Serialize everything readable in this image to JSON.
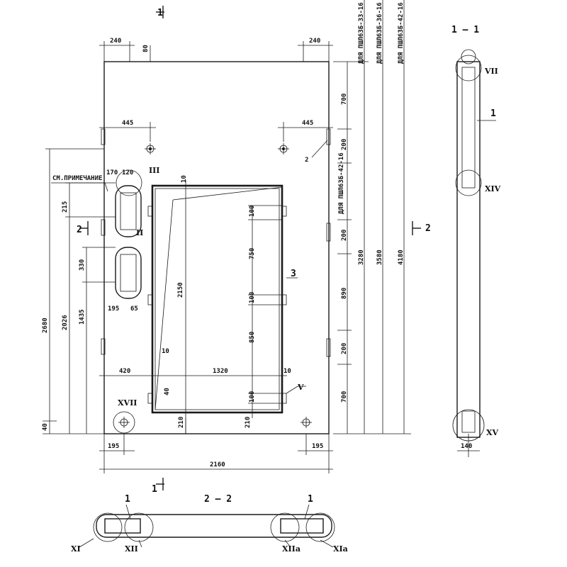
{
  "section_marks": {
    "top": "1",
    "bottom": "1",
    "right": "2",
    "left": "2"
  },
  "titles": {
    "section_1": "1 – 1",
    "section_2": "2 – 2"
  },
  "dimensions": {
    "top_left_240": "240",
    "top_right_240": "240",
    "top_80": "80",
    "left_445": "445",
    "right_445": "445",
    "d_170": "170",
    "d_120": "120",
    "d_215": "215",
    "d_330": "330",
    "d_195_65": "195",
    "d_65": "65",
    "d_420": "420",
    "d_1320": "1320",
    "d_10_a": "10",
    "d_10_b": "10",
    "d_10_c": "10",
    "d_40": "40",
    "d_2150": "2150",
    "d_210_a": "210",
    "d_210_b": "210",
    "d_100_a": "100",
    "d_100_b": "100",
    "d_100_c": "100",
    "d_750": "750",
    "d_850": "850",
    "r_700_top": "700",
    "r_200_a": "200",
    "r_200_b": "200",
    "r_200_c": "200",
    "r_890": "890",
    "r_700_bot": "700",
    "d_3280": "3280",
    "d_3580": "3580",
    "d_4180": "4180",
    "l_2680": "2680",
    "l_2026": "2026",
    "l_1435": "1435",
    "l_40": "40",
    "bottom_195_l": "195",
    "bottom_195_r": "195",
    "bottom_2160": "2160",
    "side_140": "140"
  },
  "labels": {
    "note": "СМ.ПРИМЕЧАНИЕ",
    "pos_2": "2",
    "pos_3": "3",
    "pos_1_side": "1",
    "pos_1_s2_left": "1",
    "pos_1_s2_right": "1",
    "v_33": "ДЛЯ ПШЛ63Б-33-16",
    "v_36": "ДЛЯ ПШЛ63Б-36-16",
    "v_42": "ДЛЯ ПШЛ63Б-42-16",
    "v_42_inner": "ДЛЯ ПШЛ63Б-42-16"
  },
  "roman": {
    "III": "III",
    "II": "II",
    "V": "V",
    "XVII": "XVII",
    "VII": "VII",
    "XIV": "XIV",
    "XV": "XV",
    "XI": "XI",
    "XII": "XII",
    "XIIa": "XIIа",
    "XIa": "XIа"
  }
}
